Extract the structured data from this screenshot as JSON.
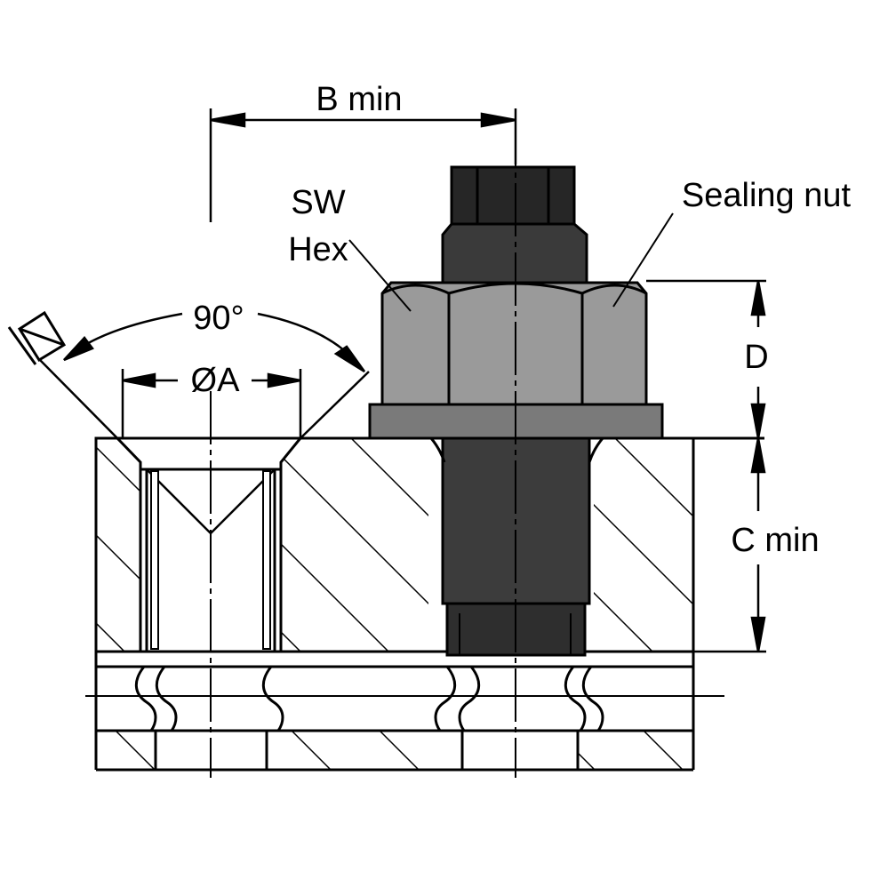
{
  "labels": {
    "b_min": "B min",
    "sw": "SW",
    "hex": "Hex",
    "sealing_nut": "Sealing nut",
    "angle": "90°",
    "dia_a": "ØA",
    "d": "D",
    "c_min": "C min"
  },
  "colors": {
    "line": "#000000",
    "metal_light": "#9a9a9a",
    "metal_mid": "#7a7a7a",
    "metal_dark": "#3c3c3c",
    "metal_darkest": "#262626",
    "background": "#ffffff"
  }
}
